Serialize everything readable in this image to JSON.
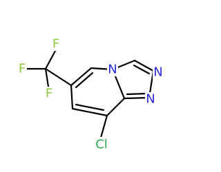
{
  "molecule": {
    "atoms": [
      {
        "id": "f-top",
        "symbol": "F"
      },
      {
        "id": "f-left",
        "symbol": "F"
      },
      {
        "id": "f-bottom",
        "symbol": "F"
      },
      {
        "id": "n-bridge",
        "symbol": "N"
      },
      {
        "id": "n-right-upper",
        "symbol": "N"
      },
      {
        "id": "n-right-lower",
        "symbol": "N"
      },
      {
        "id": "cl",
        "symbol": "Cl"
      }
    ]
  },
  "colors": {
    "bond": "#000000",
    "fluorine": "#8cc63f",
    "nitrogen": "#2a2ad6",
    "chlorine": "#2fa84f"
  }
}
